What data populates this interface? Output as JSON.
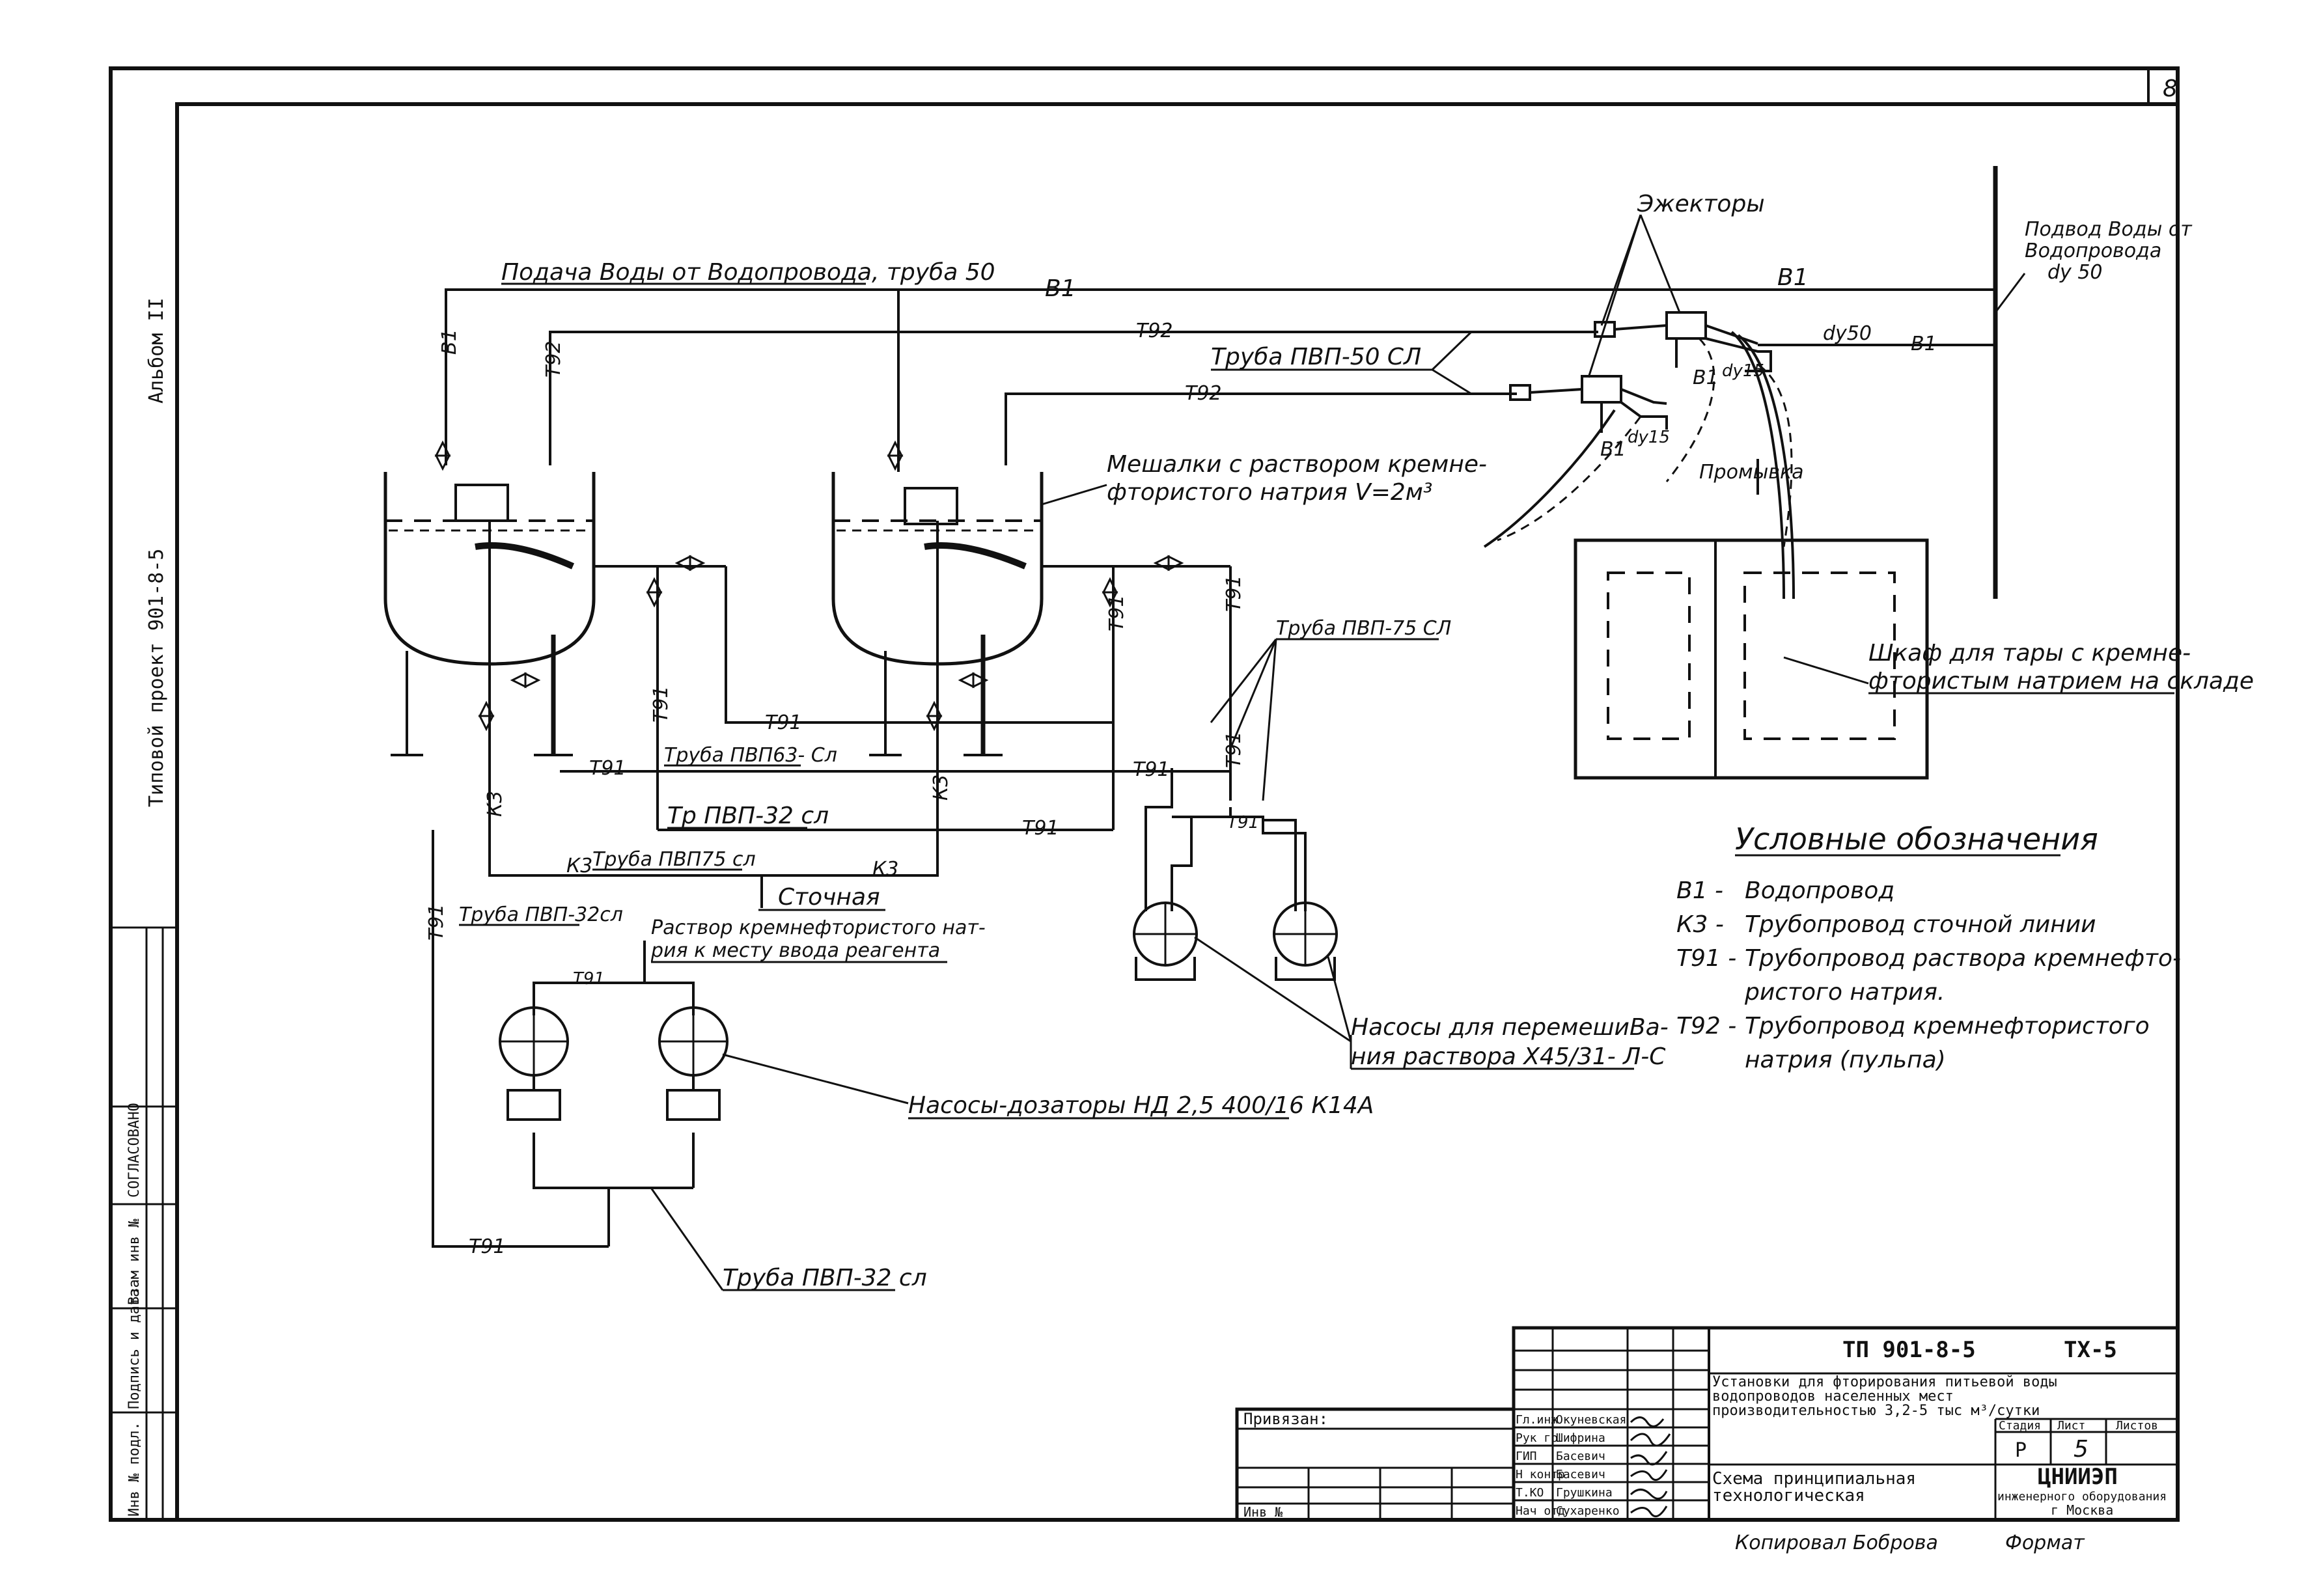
{
  "sheet": {
    "page_number": "8"
  },
  "side_strip": {
    "album": "Альбом  II",
    "project": "Типовой проект  901-8-5",
    "agreed": "СОГЛАСОВАНО",
    "inv_orig": "Инв № подл.",
    "sign_date": "Подпись и дата",
    "replace_inv": "Взам инв №"
  },
  "pipes": {
    "b1_top": "Подача Воды от Водопровода, труба 50",
    "b1": "В1",
    "b1_short": "В1",
    "t92": "Т92",
    "t91": "Т91",
    "k3": "К3",
    "t91_k3": "Т91",
    "dy50": "dy50",
    "dy15": "dy15",
    "dy15b": "dy15",
    "b1_left": "В1",
    "b1_right": "В1",
    "b1_vert1": "В1",
    "t92_vert1": "Т92",
    "t91_vert": "Т91",
    "t91_vert2": "Т91",
    "k3_vert1": "К3",
    "k3_vert2": "К3",
    "t91_low": "Т91",
    "t91_low2": "Т91",
    "t91_low3": "Т91",
    "t91_vert3": "Т91",
    "t91_vert4": "Т91",
    "t91_pump": "Т91",
    "t91_vert5": "Т91",
    "t91_dos": "Т91"
  },
  "labels": {
    "ejectors": "Эжекторы",
    "water_supply": "Подвод Воды от Водопровода dy 50",
    "pipe_pvp50": "Труба ПВП-50 СЛ",
    "mixers_1": "Мешалки с раствором кремне-",
    "mixers_2": "фтористого натрия V=2м³",
    "flushing": "Промывка",
    "pipe_pvp75": "Труба ПВП-75 СЛ",
    "cabinet_1": "Шкаф для тары с кремне-",
    "cabinet_2": "фтористым натрием на складе",
    "pipe_pvp63": "Труба ПВП63- Сл",
    "pipe_pvp32a": "Тр ПВП-32 сл",
    "pipe_pvp75b": "Труба ПВП75 сл",
    "drain": "Сточная",
    "pipe_pvp32sl": "Труба ПВП-32сл",
    "solution_1": "Раствор кремнефтористого нат-",
    "solution_2": "рия к месту ввода реагента",
    "mix_pumps_1": "Насосы для перемешиВа-",
    "mix_pumps_2": "ния раствора Х45/31- Л-С",
    "dosing_pumps": "Насосы-дозаторы НД 2,5 400/16 К14А",
    "pipe_pvp32b": "Труба ПВП-32 сл"
  },
  "legend": {
    "title": "Условные обозначения",
    "items": [
      {
        "code": "В1 -",
        "text": "Водопровод"
      },
      {
        "code": "К3 -",
        "text": "Трубопровод сточной линии"
      },
      {
        "code": "Т91 -",
        "text": "Трубопровод раствора кремнефто-"
      },
      {
        "code": "",
        "text": "ристого натрия."
      },
      {
        "code": "Т92 -",
        "text": "Трубопровод кремнефтористого"
      },
      {
        "code": "",
        "text": "натрия (пульпа)"
      }
    ]
  },
  "title_block": {
    "doc_code": "ТП 901-8-5",
    "sheet_code": "ТХ-5",
    "desc_1": "Установки для фторирования питьевой воды",
    "desc_2": "водопроводов населенных мест",
    "desc_3": "производительностью 3,2-5 тыс м³/сутки",
    "stage_h": "Стадия",
    "sheet_h": "Лист",
    "sheets_h": "Листов",
    "stage_v": "Р",
    "sheet_v": "5",
    "drawing_1": "Схема принципиальная",
    "drawing_2": "технологическая",
    "org_1": "ЦНИИЭП",
    "org_2": "инженерного оборудования",
    "org_3": "г Москва",
    "linked": "Привязан:",
    "inv": "Инв №",
    "roles": [
      "Гл.инж",
      "Рук гр",
      "ГИП",
      "Н контр",
      "Т.КО",
      "Нач отд"
    ],
    "names": [
      "Окуневская",
      "Шифрина",
      "Басевич",
      "Басевич",
      "Грушкина",
      "Сухаренко"
    ],
    "copied": "Копировал  Боброва",
    "format": "Формат"
  }
}
